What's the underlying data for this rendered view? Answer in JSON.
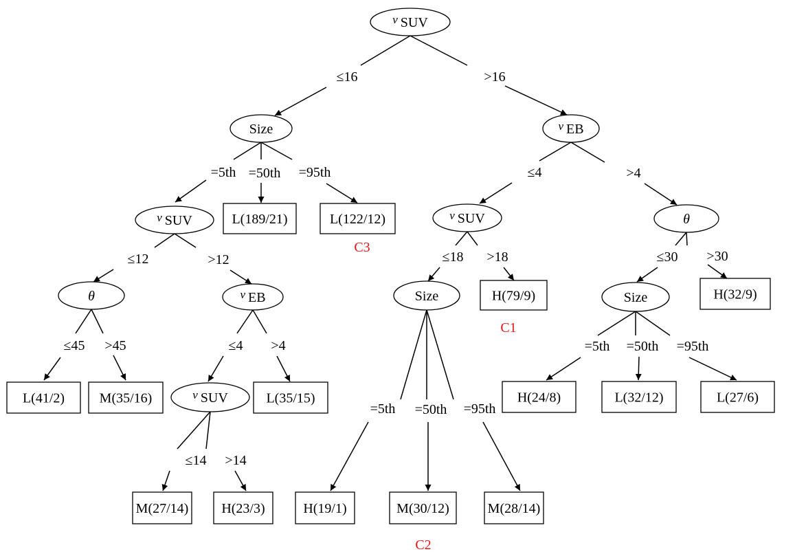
{
  "diagram": {
    "type": "decision-tree",
    "annotation_color": "#e8161b",
    "nodes": {
      "root": {
        "prefix": "v",
        "label": "SUV"
      },
      "n_size1": {
        "prefix": "",
        "label": "Size"
      },
      "n_veb1": {
        "prefix": "v",
        "label": "EB"
      },
      "n_vsuv2": {
        "prefix": "v",
        "label": "SUV"
      },
      "n_theta1": {
        "prefix": "",
        "label": "θ"
      },
      "n_veb2": {
        "prefix": "v",
        "label": "EB"
      },
      "n_vsuv3": {
        "prefix": "v",
        "label": "SUV"
      },
      "n_vsuv4": {
        "prefix": "v",
        "label": "SUV"
      },
      "n_size2": {
        "prefix": "",
        "label": "Size"
      },
      "n_theta2": {
        "prefix": "",
        "label": "θ"
      },
      "n_size3": {
        "prefix": "",
        "label": "Size"
      }
    },
    "leaves": {
      "l1": "L(189/21)",
      "l2": "L(122/12)",
      "l3": "L(41/2)",
      "l4": "M(35/16)",
      "l5": "L(35/15)",
      "l6": "M(27/14)",
      "l7": "H(23/3)",
      "l8": "H(79/9)",
      "l9": "H(19/1)",
      "l10": "M(30/12)",
      "l11": "M(28/14)",
      "l12": "H(32/9)",
      "l13": "H(24/8)",
      "l14": "L(32/12)",
      "l15": "L(27/6)"
    },
    "edges": {
      "e_root_le16": "≤16",
      "e_root_gt16": ">16",
      "e_size1_5th": "=5th",
      "e_size1_50th": "=50th",
      "e_size1_95th": "=95th",
      "e_vsuv2_le12": "≤12",
      "e_vsuv2_gt12": ">12",
      "e_theta1_le45": "≤45",
      "e_theta1_gt45": ">45",
      "e_veb2_le4": "≤4",
      "e_veb2_gt4": ">4",
      "e_vsuv3_le14": "≤14",
      "e_vsuv3_gt14": ">14",
      "e_veb1_le4": "≤4",
      "e_veb1_gt4": ">4",
      "e_vsuv4_le18": "≤18",
      "e_vsuv4_gt18": ">18",
      "e_size2_5th": "=5th",
      "e_size2_50th": "=50th",
      "e_size2_95th": "=95th",
      "e_theta2_le30": "≤30",
      "e_theta2_gt30": ">30",
      "e_size3_5th": "=5th",
      "e_size3_50th": "=50th",
      "e_size3_95th": "=95th"
    },
    "annotations": {
      "c1": "C1",
      "c2": "C2",
      "c3": "C3"
    }
  }
}
